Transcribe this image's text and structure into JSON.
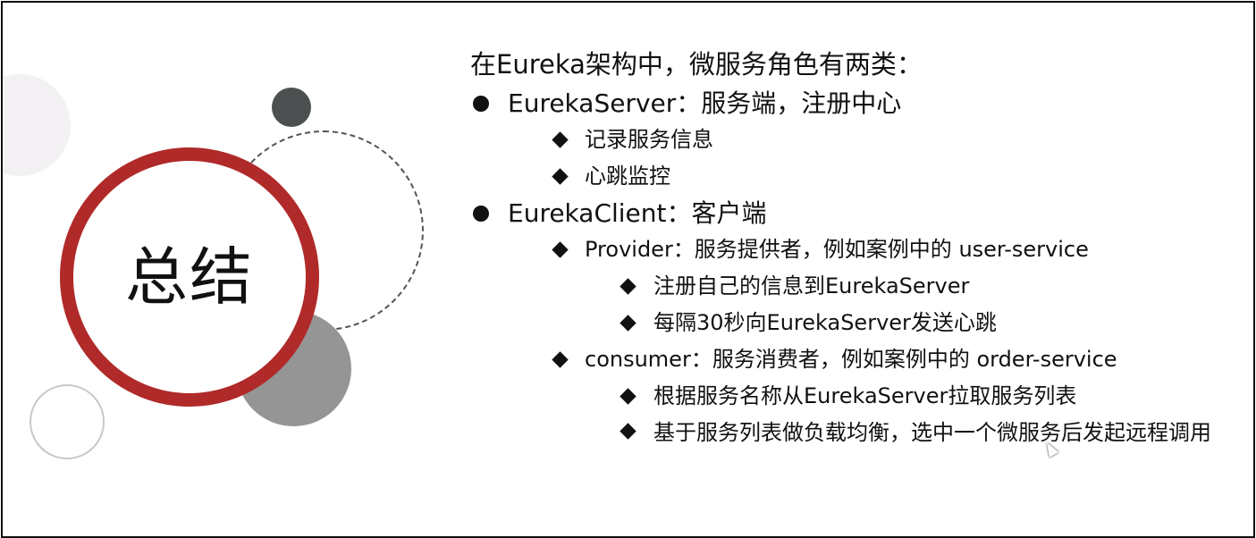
{
  "slide": {
    "title": "总结",
    "heading": "在Eureka架构中，微服务角色有两类：",
    "server": {
      "label": "EurekaServer：服务端，注册中心",
      "items": [
        "记录服务信息",
        "心跳监控"
      ]
    },
    "client": {
      "label": "EurekaClient：客户端",
      "provider": {
        "label": "Provider：服务提供者，例如案例中的 user-service",
        "items": [
          "注册自己的信息到EurekaServer",
          "每隔30秒向EurekaServer发送心跳"
        ]
      },
      "consumer": {
        "label": "consumer：服务消费者，例如案例中的 order-service",
        "items": [
          "根据服务名称从EurekaServer拉取服务列表",
          "基于服务列表做负载均衡，选中一个微服务后发起远程调用"
        ]
      }
    }
  },
  "colors": {
    "accent_red": "#b02a2a",
    "dark_gray": "#4d5050",
    "mid_gray": "#959595"
  },
  "icons": {
    "level1_bullet": "filled-circle-icon",
    "level2_bullet": "diamond-icon",
    "cursor": "mouse-pointer-icon"
  }
}
